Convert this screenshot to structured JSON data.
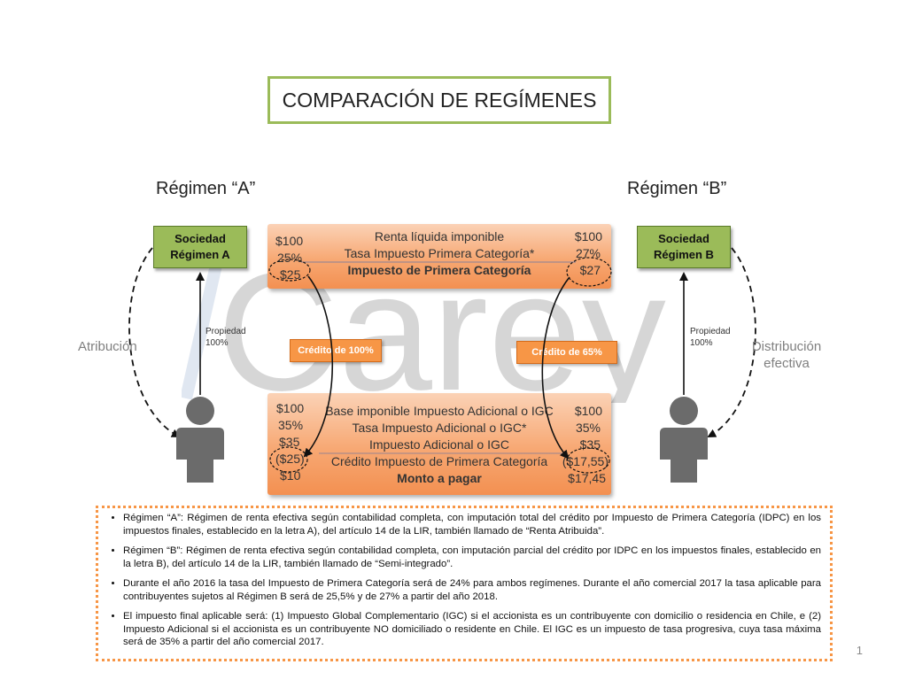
{
  "title": "COMPARACIÓN DE REGÍMENES",
  "regimen_a": {
    "heading": "Régimen “A”",
    "sociedad": [
      "Sociedad",
      "Régimen A"
    ],
    "propiedad": [
      "Propiedad",
      "100%"
    ],
    "side_label": "Atribución",
    "credit_label": "Crédito de 100%"
  },
  "regimen_b": {
    "heading": "Régimen “B”",
    "sociedad": [
      "Sociedad",
      "Régimen B"
    ],
    "propiedad": [
      "Propiedad",
      "100%"
    ],
    "side_label": [
      "Distribución",
      "efectiva"
    ],
    "credit_label": "Crédito de 65%"
  },
  "top_box": {
    "left_values": [
      "$100",
      "25%",
      "$25"
    ],
    "labels": [
      "Renta líquida imponible",
      "Tasa Impuesto Primera Categoría*",
      "Impuesto de Primera Categoría"
    ],
    "right_values": [
      "$100",
      "27%",
      "$27"
    ]
  },
  "bottom_box": {
    "left_values": [
      "$100",
      "35%",
      "$35",
      "($25)",
      "$10"
    ],
    "labels": [
      "Base imponible Impuesto Adicional o IGC",
      "Tasa Impuesto Adicional o IGC*",
      "Impuesto Adicional o IGC",
      "Crédito Impuesto de Primera Categoría",
      "Monto a pagar"
    ],
    "right_values": [
      "$100",
      "35%",
      "$35",
      "($17,55)",
      "$17,45"
    ]
  },
  "watermark": "Carey",
  "notes": [
    "Régimen “A”: Régimen de renta efectiva según contabilidad completa, con imputación total del crédito por Impuesto de Primera Categoría (IDPC) en los impuestos finales, establecido en la letra A), del artículo 14 de la LIR, también llamado de “Renta Atribuida”.",
    "Régimen “B”: Régimen de renta efectiva según contabilidad completa, con imputación parcial del crédito por IDPC en los impuestos finales, establecido en la letra B), del artículo 14 de la LIR, también llamado de “Semi-integrado”.",
    "Durante el año 2016 la tasa del Impuesto de Primera Categoría será de 24% para ambos regímenes. Durante el año comercial 2017 la tasa aplicable para contribuyentes sujetos al Régimen B será de 25,5% y de 27% a partir del año 2018.",
    "El impuesto final aplicable será: (1) Impuesto Global Complementario (IGC) si el accionista es un contribuyente con domicilio o residencia en Chile, e (2) Impuesto Adicional si el accionista es un contribuyente NO domiciliado o residente en Chile. El IGC es un impuesto de tasa progresiva, cuya tasa máxima será de 35% a partir del año comercial 2017."
  ],
  "page_number": "1"
}
